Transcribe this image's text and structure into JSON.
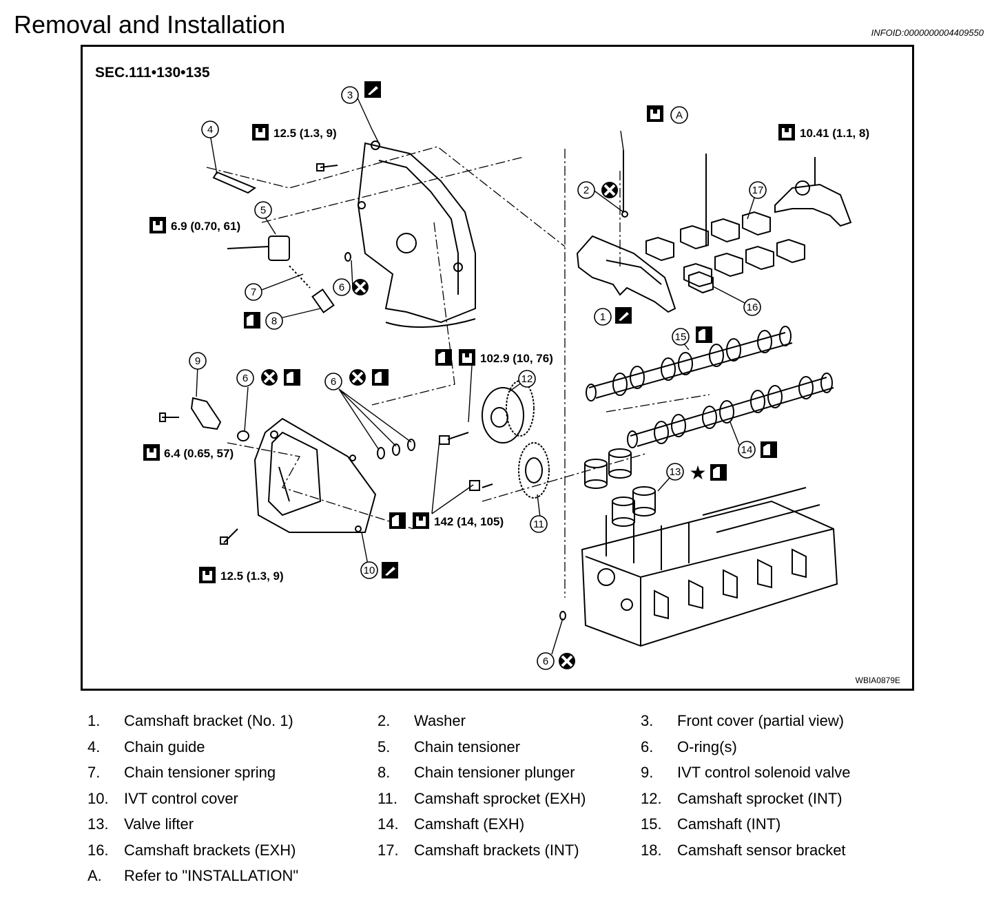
{
  "page": {
    "title": "Removal and Installation",
    "info_id": "INFOID:0000000004409550"
  },
  "diagram": {
    "section": "SEC.111•130•135",
    "figure_id": "WBIA0879E",
    "callouts": [
      "1",
      "2",
      "3",
      "4",
      "5",
      "6",
      "7",
      "8",
      "9",
      "10",
      "11",
      "12",
      "13",
      "14",
      "15",
      "16",
      "17",
      "A"
    ],
    "torques": {
      "t_front_cover_bolt": "12.5 (1.3, 9)",
      "t_tensioner_bolt": "6.9 (0.70, 61)",
      "t_sensor_bracket": "10.41 (1.1, 8)",
      "t_sprocket_int": "102.9 (10, 76)",
      "t_solenoid": "6.4 (0.65, 57)",
      "t_sprocket_exh": "142 (14, 105)",
      "t_ivt_cover": "12.5 (1.3, 9)"
    }
  },
  "legend": [
    {
      "num": "1.",
      "text": "Camshaft bracket (No. 1)"
    },
    {
      "num": "2.",
      "text": "Washer"
    },
    {
      "num": "3.",
      "text": "Front cover (partial view)"
    },
    {
      "num": "4.",
      "text": "Chain guide"
    },
    {
      "num": "5.",
      "text": "Chain tensioner"
    },
    {
      "num": "6.",
      "text": "O-ring(s)"
    },
    {
      "num": "7.",
      "text": "Chain tensioner spring"
    },
    {
      "num": "8.",
      "text": "Chain tensioner plunger"
    },
    {
      "num": "9.",
      "text": "IVT control solenoid valve"
    },
    {
      "num": "10.",
      "text": "IVT control cover"
    },
    {
      "num": "11.",
      "text": "Camshaft sprocket (EXH)"
    },
    {
      "num": "12.",
      "text": "Camshaft sprocket (INT)"
    },
    {
      "num": "13.",
      "text": "Valve lifter"
    },
    {
      "num": "14.",
      "text": "Camshaft (EXH)"
    },
    {
      "num": "15.",
      "text": "Camshaft (INT)"
    },
    {
      "num": "16.",
      "text": "Camshaft brackets (EXH)"
    },
    {
      "num": "17.",
      "text": "Camshaft brackets (INT)"
    },
    {
      "num": "18.",
      "text": "Camshaft sensor bracket"
    },
    {
      "num": "A.",
      "text": "Refer to \"INSTALLATION\""
    }
  ]
}
